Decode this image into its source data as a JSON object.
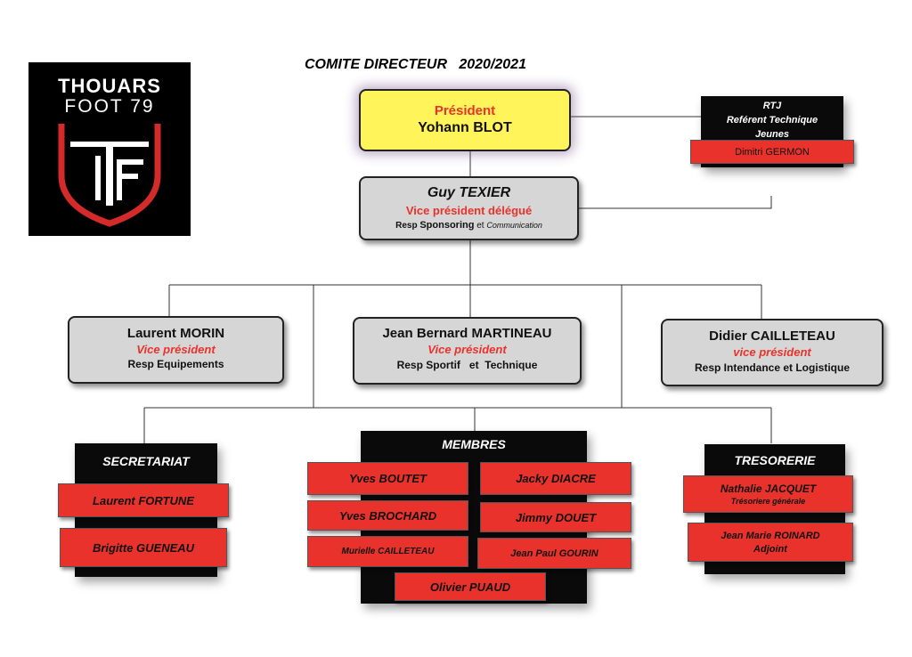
{
  "logo": {
    "line1": "THOUARS",
    "line2": "FOOT 79"
  },
  "title": "COMITE DIRECTEUR   2020/2021",
  "president": {
    "role": "Président",
    "name": "Yohann BLOT"
  },
  "rtj": {
    "l1": "RTJ",
    "l2": "Reférent Technique",
    "l3": "Jeunes",
    "name": "Dimitri GERMON"
  },
  "vp_delegue": {
    "name": "Guy TEXIER",
    "role": "Vice président délégué",
    "resp_a": "Resp ",
    "resp_b": "Sponsoring",
    "resp_c": " et ",
    "resp_d": "Communication"
  },
  "vps": [
    {
      "name": "Laurent MORIN",
      "role": "Vice président",
      "resp": "Resp Equipements"
    },
    {
      "name": "Jean Bernard MARTINEAU",
      "role": "Vice président",
      "resp": "Resp Sportif   et  Technique"
    },
    {
      "name": "Didier CAILLETEAU",
      "role": "vice président",
      "resp": "Resp Intendance et Logistique"
    }
  ],
  "secretariat": {
    "title": "SECRETARIAT",
    "members": [
      "Laurent FORTUNE",
      "Brigitte GUENEAU"
    ]
  },
  "membres": {
    "title": "MEMBRES",
    "members": [
      "Yves BOUTET",
      "Jacky DIACRE",
      "Yves BROCHARD",
      "Jimmy DOUET",
      "Murielle CAILLETEAU",
      "Jean Paul GOURIN",
      "Olivier PUAUD"
    ]
  },
  "tresorerie": {
    "title": "TRESORERIE",
    "m1_name": "Nathalie JACQUET",
    "m1_role": "Trésoriere générale",
    "m2_name": "Jean Marie ROINARD",
    "m2_role": "Adjoint"
  },
  "colors": {
    "red": "#e8322b",
    "yellow": "#fff45a",
    "gray": "#d6d6d6",
    "black": "#0a0a0a"
  }
}
